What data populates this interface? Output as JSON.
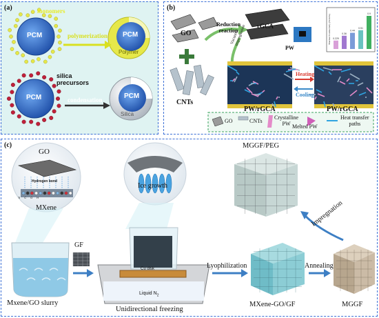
{
  "panel_a": {
    "label": "(a)",
    "monomers": "monomers",
    "pcm1": "PCM",
    "polymerization": "polymerization",
    "pcm2": "PCM",
    "polymer": "Polymer",
    "silica_precursors": "silica\nprecursors",
    "pcm3": "PCM",
    "condensation": "condensation",
    "pcm4": "PCM",
    "silica": "Silica"
  },
  "panel_b": {
    "label": "(b)",
    "go": "GO",
    "reduction_reaction": "Reduction\nreaction",
    "rgca": "rGCA",
    "vacuum_impregnation": "Vacuum\nimpregnation",
    "pw": "PW",
    "cnts": "CNTs",
    "heating": "Heating",
    "cooling": "Cooling",
    "pw_rgca_1": "PW/rGCA",
    "pw_rgca_2": "PW/rGCA",
    "legend": {
      "go": "GO",
      "cnts": "CNTs",
      "crystalline_pw": "Crystalline\nPW",
      "melted_pw": "Melted PW",
      "heat_transfer": "Heat transfer\npaths"
    },
    "mini_chart": {
      "ylabel": "Thermal Conductivity (W/m·K)",
      "values": [
        "0.229",
        "0.36",
        "0.44",
        "0.51",
        "0.9"
      ]
    }
  },
  "panel_c": {
    "label": "(c)",
    "go": "GO",
    "hydrogen_bond": "Hydrogen bond",
    "mxene": "MXene",
    "atom_legend": [
      "Ti",
      "C",
      "O",
      "H"
    ],
    "ice_growth": "Ice growth",
    "gf": "GF",
    "cu_disk": "Cu disk",
    "liquid_n2": "Liquid N",
    "liquid_n2_sub": "2",
    "mxene_go_slurry": "Mxene/GO slurry",
    "unidirectional_freezing": "Unidirectional freezing",
    "lyophilization": "Lyophilization",
    "mxene_go_gf": "MXene-GO/GF",
    "annealing": "Annealing",
    "mggf": "MGGF",
    "impregnation": "Impregnation",
    "mggf_peg": "MGGF/PEG"
  },
  "colors": {
    "border": "#3b6fd6",
    "panel_a_bg": "#dff3f2",
    "pcm_blue": "#1f5fc4",
    "polymer_yellow": "#e6e84a",
    "arrow_yellow": "#d9e021",
    "silica_grey": "#d8dde3",
    "precursor_red": "#c0203a",
    "foam_teal": "#7fc6cf",
    "foam_beige": "#cbbba6",
    "peg_grey": "#c7d7d5",
    "arrow_blue": "#3d7fc4"
  }
}
